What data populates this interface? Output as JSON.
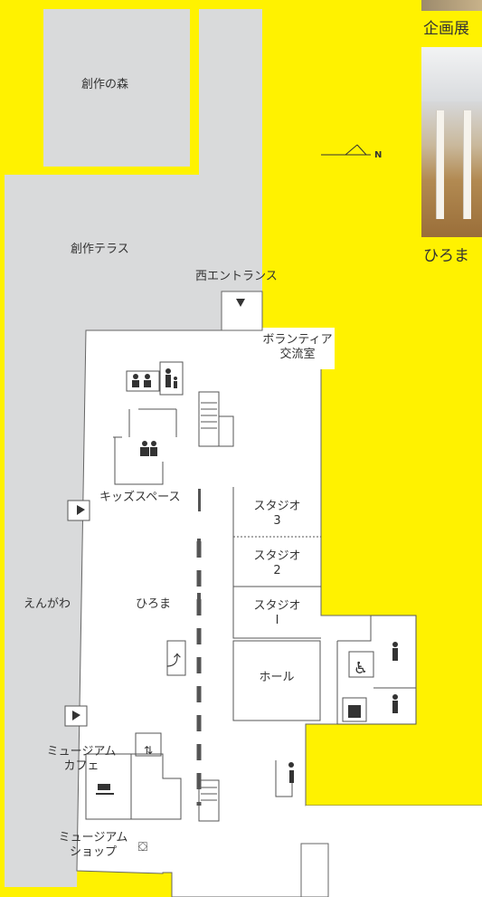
{
  "map": {
    "north_label": "N",
    "areas": {
      "forest": "創作の森",
      "terrace": "創作テラス",
      "west_entrance": "西エントランス",
      "volunteer_room": "ボランティア\n交流室",
      "kids_space": "キッズスペース",
      "hiroma": "ひろま",
      "engawa": "えんがわ",
      "studio3": "スタジオ\n3",
      "studio2": "スタジオ\n2",
      "studio1": "スタジオ\nI",
      "hall": "ホール",
      "cafe": "ミュージアム\nカフェ",
      "shop": "ミュージアム\nショップ"
    }
  },
  "side_panel": {
    "top_caption": "企画展",
    "bottom_caption": "ひろま"
  },
  "colors": {
    "background": "#fff200",
    "area_gray": "#d9dadb",
    "building": "#ffffff",
    "line": "#555555"
  }
}
